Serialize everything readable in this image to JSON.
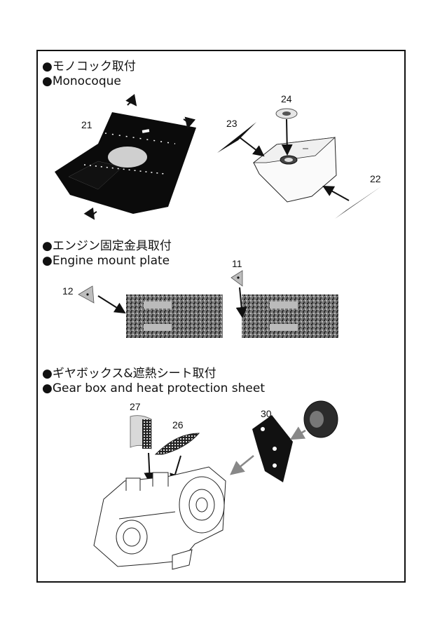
{
  "sections": [
    {
      "title_ja": "●モノコック取付",
      "title_en": "●Monocoque"
    },
    {
      "title_ja": "●エンジン固定金具取付",
      "title_en": "●Engine mount plate"
    },
    {
      "title_ja": "●ギヤボックス&遮熱シート取付",
      "title_en": "●Gear box and heat protection sheet"
    }
  ],
  "parts": {
    "p21": "21",
    "p23": "23",
    "p24": "24",
    "p22": "22",
    "p11": "11",
    "p12": "12",
    "p27": "27",
    "p26": "26",
    "p30": "30"
  }
}
